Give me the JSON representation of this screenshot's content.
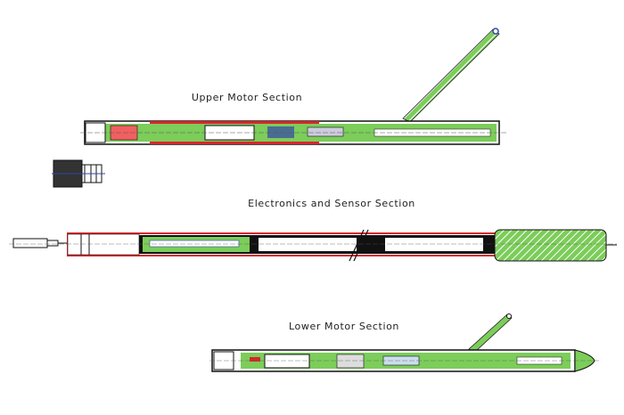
{
  "sections": [
    {
      "id": "upper",
      "label": "Upper Motor Section"
    },
    {
      "id": "electronics",
      "label": "Electronics and Sensor Section"
    },
    {
      "id": "lower",
      "label": "Lower Motor Section"
    }
  ],
  "colors": {
    "housing": "#d8262b",
    "body": "#7ccd5a",
    "outline": "#111111",
    "detail": "#3344aa"
  }
}
